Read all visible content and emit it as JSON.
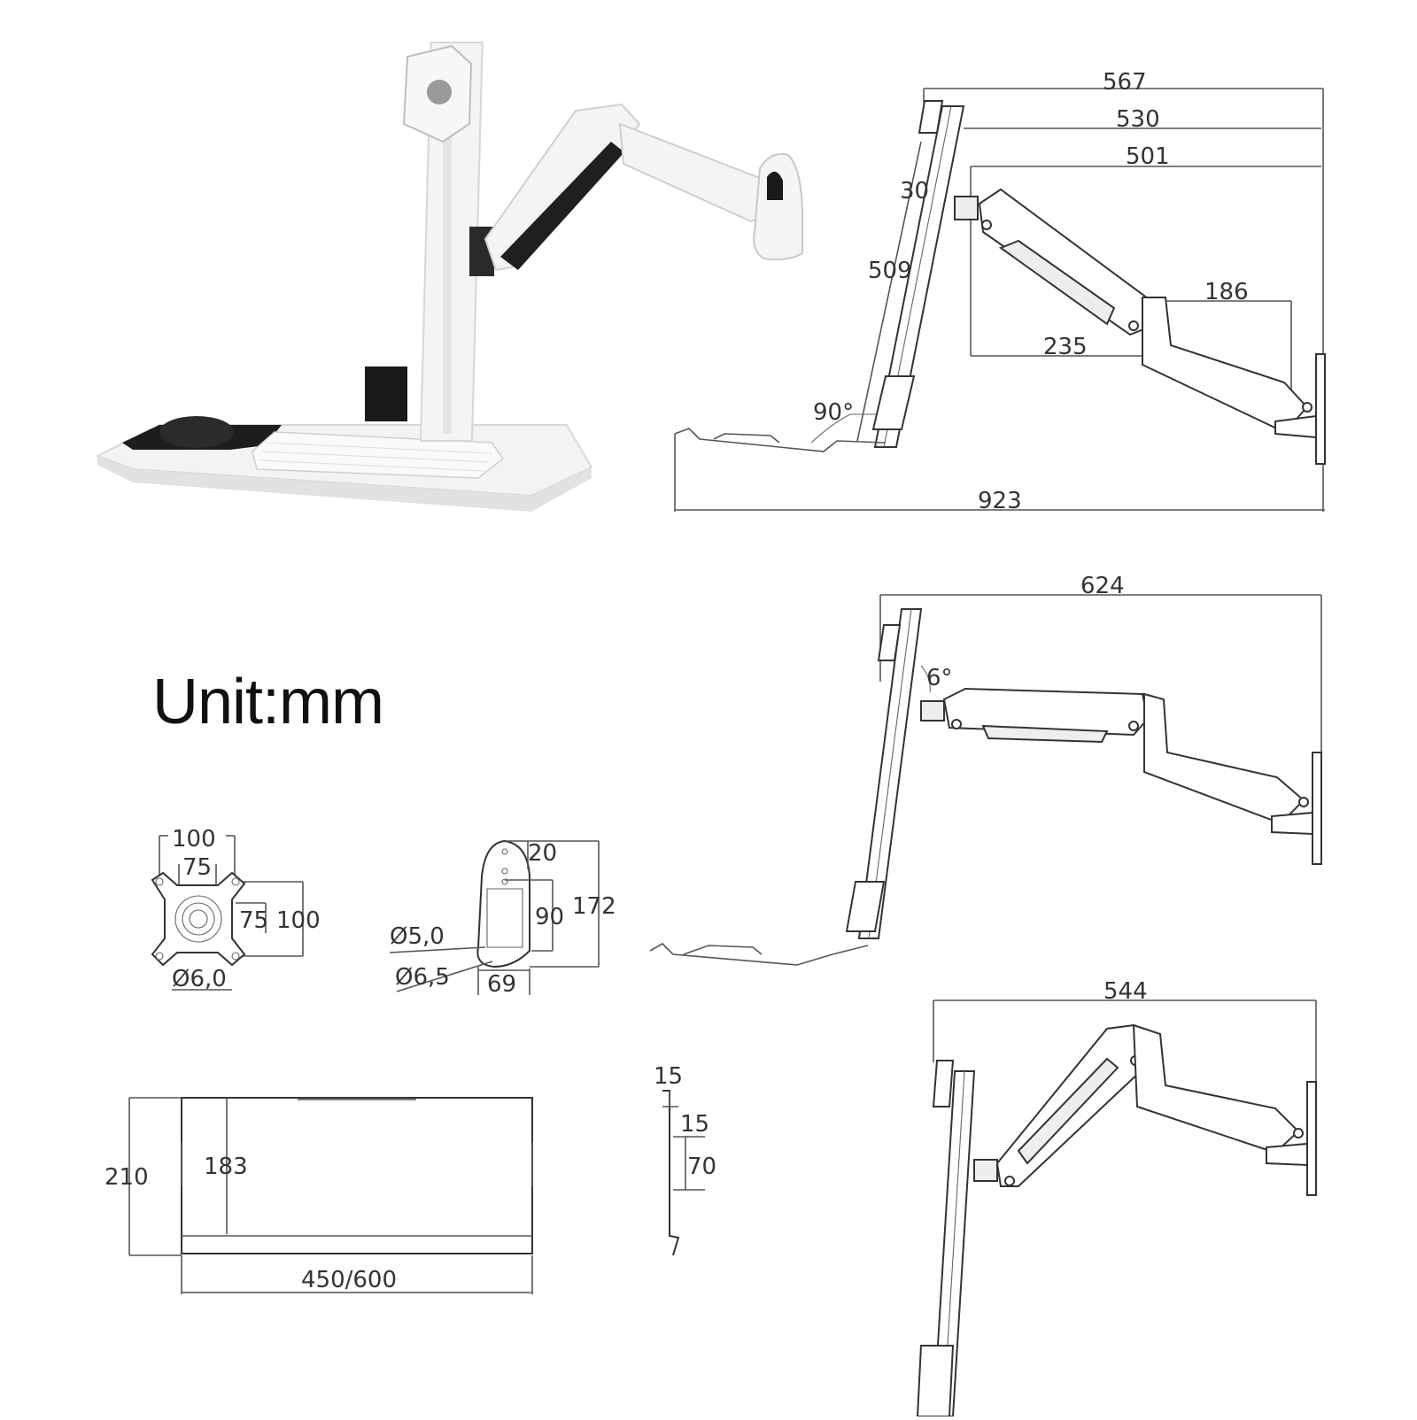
{
  "unit_label": "Unit:mm",
  "side_view_top": {
    "dims": [
      "567",
      "530",
      "501",
      "30",
      "509",
      "186",
      "235",
      "90°",
      "923"
    ]
  },
  "side_view_middle": {
    "dims": [
      "624",
      "6°"
    ]
  },
  "side_view_bottom": {
    "dims": [
      "544"
    ]
  },
  "vesa_plate": {
    "dims": [
      "100",
      "75",
      "75",
      "100",
      "Ø6,0"
    ]
  },
  "wall_bracket": {
    "dims": [
      "20",
      "172",
      "90",
      "Ø5,0",
      "Ø6,5",
      "69"
    ]
  },
  "keyboard_tray": {
    "dims": [
      "210",
      "183",
      "450/600"
    ]
  },
  "tray_profile": {
    "dims": [
      "15",
      "15",
      "70"
    ]
  },
  "colors": {
    "line": "#555555",
    "product_white": "#f2f2f2",
    "product_black": "#1a1a1a"
  }
}
